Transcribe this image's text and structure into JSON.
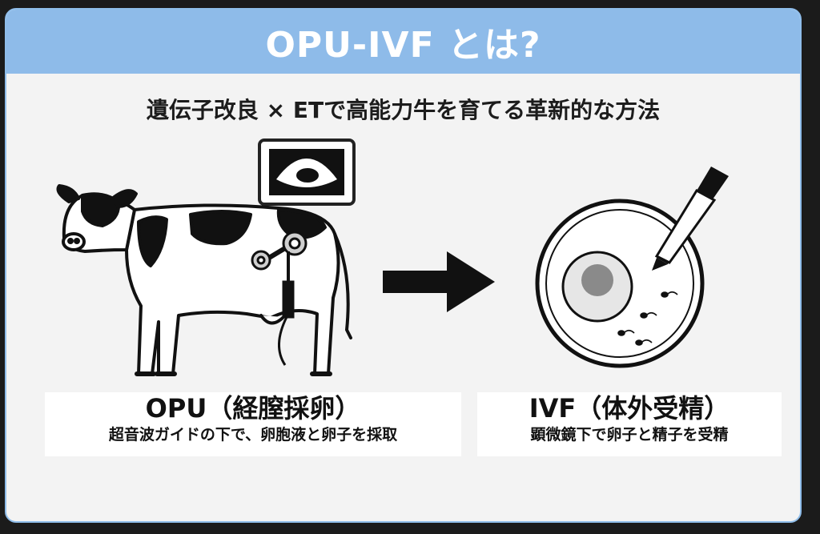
{
  "header": {
    "title": "OPU-IVF とは?"
  },
  "subtitle": "遺伝子改良 × ETで高能力牛を育てる革新的な方法",
  "left_panel": {
    "title": "OPU（経膣採卵）",
    "description": "超音波ガイドの下で、卵胞液と卵子を採取",
    "icons": [
      "holstein-cow-icon",
      "ultrasound-monitor-icon",
      "ovum-pickup-probe-icon"
    ]
  },
  "right_panel": {
    "title": "IVF（体外受精）",
    "description": "顕微鏡下で卵子と精子を受精",
    "icons": [
      "petri-dish-icon",
      "oocyte-icon",
      "sperm-icon",
      "pipette-icon"
    ]
  },
  "arrow": {
    "icon": "arrow-right-icon"
  },
  "colors": {
    "header": "#8ebbe9",
    "background": "#f3f3f3",
    "ink": "#111111"
  }
}
